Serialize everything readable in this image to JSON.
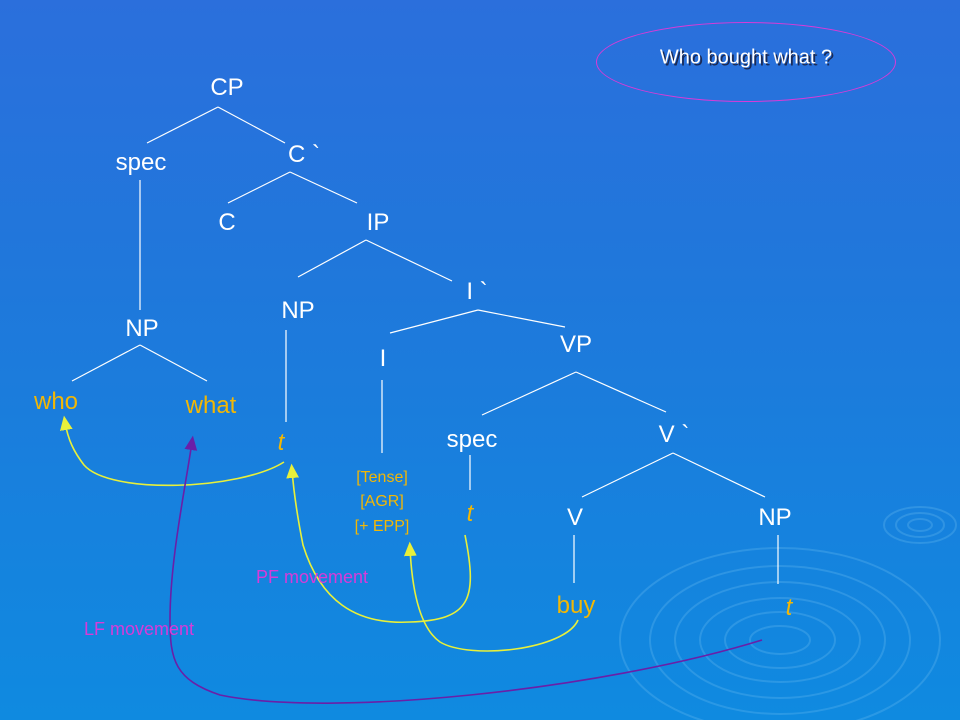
{
  "title": "Who bought what ?",
  "nodes": {
    "cp": "CP",
    "spec_top": "spec",
    "c_bar": "C `",
    "c": "C",
    "ip": "IP",
    "np_spec": "NP",
    "np_subject": "NP",
    "i_bar": "I `",
    "i": "I",
    "vp": "VP",
    "spec_vp": "spec",
    "v_bar": "V `",
    "v": "V",
    "np_object": "NP"
  },
  "leaves": {
    "who": "who",
    "what": "what",
    "buy": "buy"
  },
  "traces": {
    "t_subject": "t",
    "t_spec": "t",
    "t_object": "t"
  },
  "features": {
    "tense": "[Tense]",
    "agr": "[AGR]",
    "epp": "[+ EPP]"
  },
  "movements": {
    "pf": "PF movement",
    "lf": "LF movement"
  },
  "colors": {
    "line": "#ffffff",
    "node_text": "#ffffff",
    "leaf_text": "#f2b705",
    "pf_arrow": "#e8f03a",
    "lf_arrow": "#6a1fa8",
    "movement_label": "#d83bd8"
  }
}
